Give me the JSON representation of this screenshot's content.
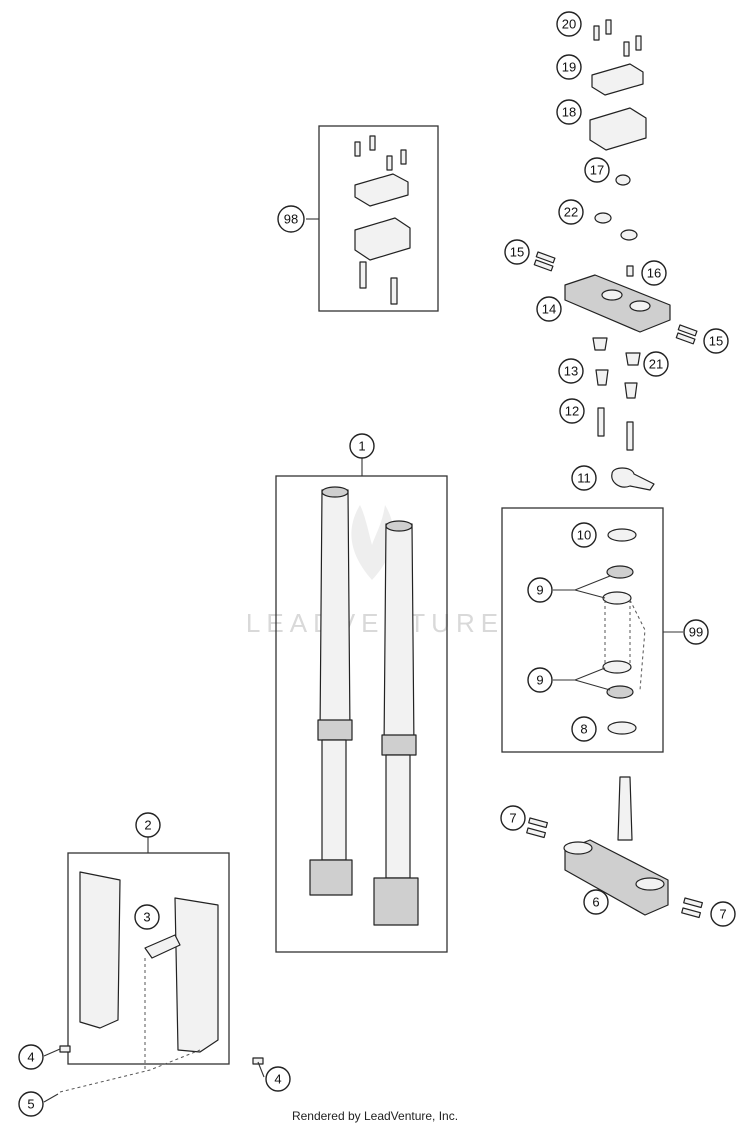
{
  "watermark_text": "LEADVENTURE",
  "footer_text": "Rendered by LeadVenture, Inc.",
  "callouts": [
    "20",
    "19",
    "18",
    "17",
    "22",
    "15",
    "16",
    "14",
    "15",
    "13",
    "21",
    "12",
    "11",
    "10",
    "9",
    "99",
    "9",
    "8",
    "7",
    "6",
    "7",
    "98",
    "1",
    "2",
    "3",
    "4",
    "4",
    "5"
  ]
}
